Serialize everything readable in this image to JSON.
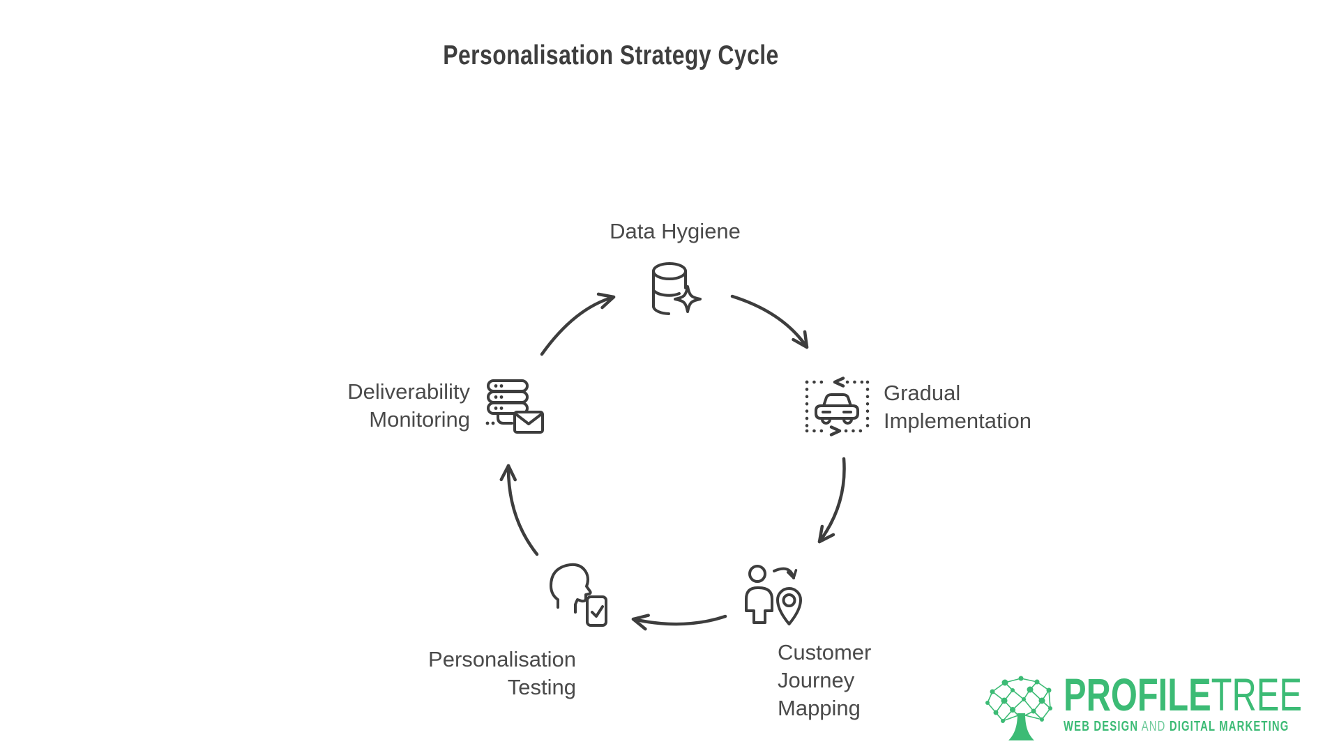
{
  "title": "Personalisation Strategy Cycle",
  "cycle": {
    "nodes": [
      {
        "id": "data-hygiene",
        "icon": "database-sparkle-icon",
        "lines": [
          "Data Hygiene"
        ]
      },
      {
        "id": "gradual-implementation",
        "icon": "car-dotted-frame-icon",
        "lines": [
          "Gradual",
          "Implementation"
        ]
      },
      {
        "id": "customer-journey-mapping",
        "icon": "person-location-pin-icon",
        "lines": [
          "Customer",
          "Journey",
          "Mapping"
        ]
      },
      {
        "id": "personalisation-testing",
        "icon": "head-phone-check-icon",
        "lines": [
          "Personalisation",
          "Testing"
        ]
      },
      {
        "id": "deliverability-monitoring",
        "icon": "server-mail-icon",
        "lines": [
          "Deliverability",
          "Monitoring"
        ]
      }
    ],
    "arrows": [
      "deliverability-monitoring-to-data-hygiene",
      "data-hygiene-to-gradual-implementation",
      "gradual-implementation-to-customer-journey-mapping",
      "customer-journey-mapping-to-personalisation-testing",
      "personalisation-testing-to-deliverability-monitoring"
    ]
  },
  "logo": {
    "brand_bold": "PROFILE",
    "brand_light": "TREE",
    "tagline_web": "WEB DESIGN",
    "tagline_and": " AND ",
    "tagline_digital": "DIGITAL MARKETING"
  },
  "colors": {
    "ink": "#3d3d3d",
    "label": "#4a4a4a",
    "title": "#3e3e3e",
    "brand_green": "#3cbb75"
  }
}
